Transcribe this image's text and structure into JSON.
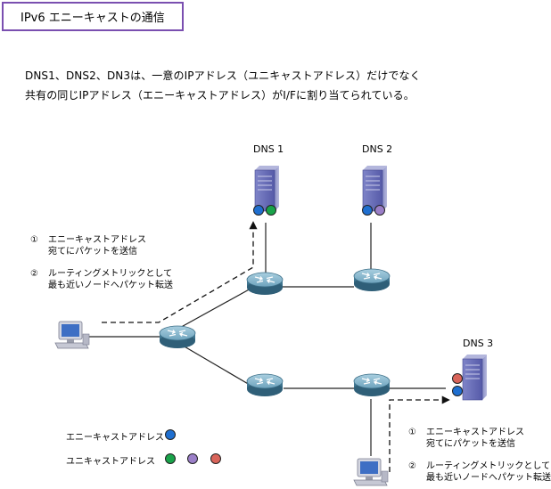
{
  "title": "IPv6 エニーキャストの通信",
  "description": {
    "line1": "DNS1、DNS2、DN3は、一意のIPアドレス（ユニキャストアドレス）だけでなく",
    "line2": "共有の同じIPアドレス（エニーキャストアドレス）がI/Fに割り当てられている。"
  },
  "servers": {
    "dns1": "DNS 1",
    "dns2": "DNS 2",
    "dns3": "DNS 3"
  },
  "notes": {
    "step1_num": "①",
    "step1_line1": "エニーキャストアドレス",
    "step1_line2": "宛てにパケットを送信",
    "step2_num": "②",
    "step2_line1": "ルーティングメトリックとして",
    "step2_line2": "最も近いノードへパケット転送"
  },
  "legend": {
    "anycast_label": "エニーキャストアドレス",
    "unicast_label": "ユニキャストアドレス"
  },
  "colors": {
    "title_border": "#7a4fb0",
    "anycast": "#1f6fd0",
    "unicast_green": "#19a34a",
    "unicast_purple": "#9b7fc8",
    "unicast_red": "#d9645a",
    "router_body": "#4f8ba8",
    "server_body": "#6a6fb8"
  },
  "icons": {
    "router": "router-icon",
    "server": "server-icon",
    "pc": "pc-icon"
  }
}
